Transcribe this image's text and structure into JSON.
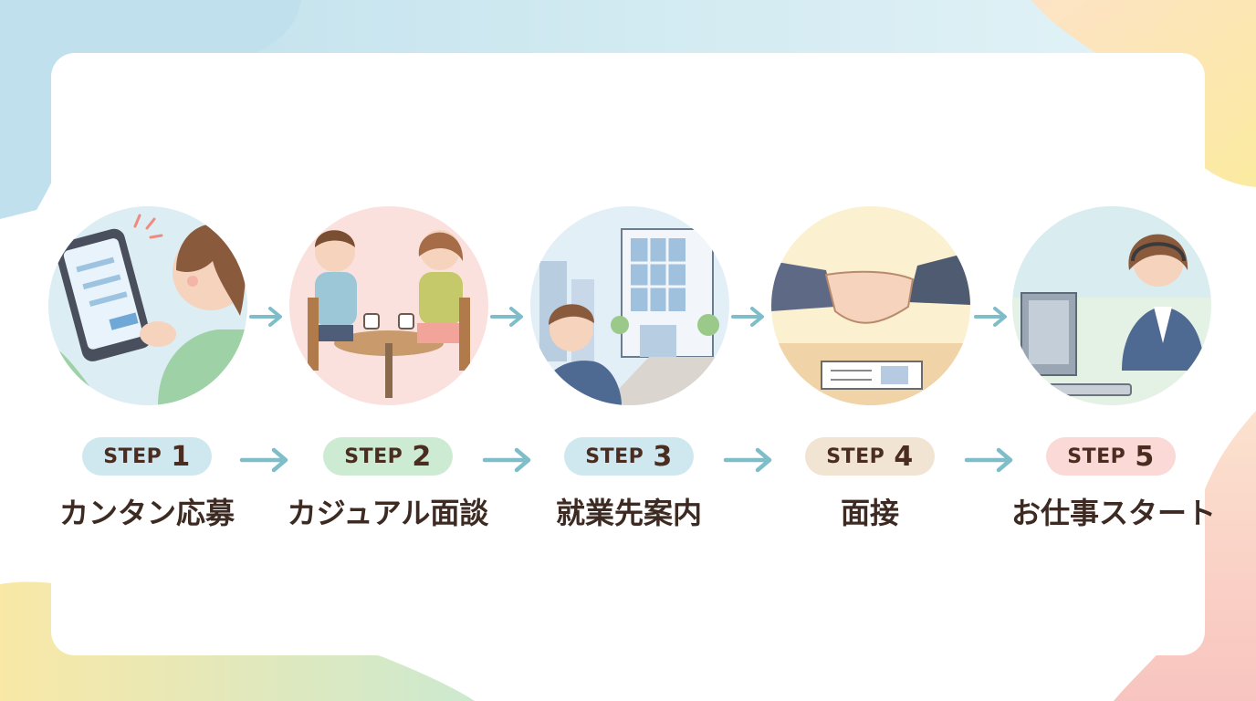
{
  "steps": [
    {
      "step_word": "STEP",
      "number": "1",
      "title": "カンタン応募",
      "pill_color": "#cfe8f0",
      "illus_bg": "#d9edf5",
      "icon": "smartphone-apply-icon"
    },
    {
      "step_word": "STEP",
      "number": "2",
      "title": "カジュアル面談",
      "pill_color": "#cdebd3",
      "illus_bg": "#fbe1de",
      "icon": "casual-meeting-icon"
    },
    {
      "step_word": "STEP",
      "number": "3",
      "title": "就業先案内",
      "pill_color": "#cfe8f0",
      "illus_bg": "#dcecf5",
      "icon": "office-building-icon"
    },
    {
      "step_word": "STEP",
      "number": "4",
      "title": "面接",
      "pill_color": "#f2e4d2",
      "illus_bg": "#fbf0cf",
      "icon": "handshake-icon"
    },
    {
      "step_word": "STEP",
      "number": "5",
      "title": "お仕事スタート",
      "pill_color": "#fbd9d6",
      "illus_bg": "#e3f2e6",
      "icon": "headset-worker-icon"
    }
  ],
  "colors": {
    "arrow": "#7fbdc9",
    "text": "#3d2a22",
    "blob_blue": "#c6e3ee",
    "blob_yellow": "#fbe9a8",
    "blob_pink": "#f8c9bf",
    "blob_green": "#cfe8c9"
  }
}
